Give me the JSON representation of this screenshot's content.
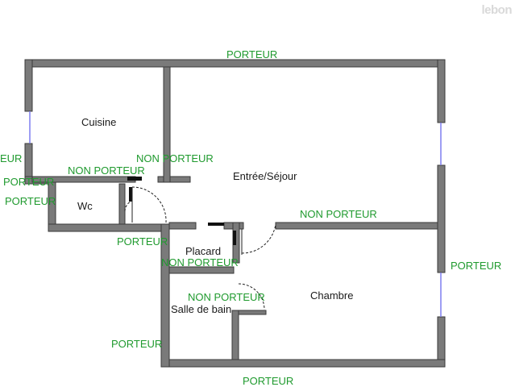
{
  "watermark": "lebon",
  "colors": {
    "wall": "#7a7a7a",
    "wall_border": "#3a3a3a",
    "label": "#1f9a2e",
    "room": "#1a1a1a",
    "window": "#7d7df0"
  },
  "rooms": {
    "cuisine": "Cuisine",
    "sejour": "Entrée/Séjour",
    "wc": "Wc",
    "placard": "Placard",
    "salle_de_bain": "Salle de bain",
    "chambre": "Chambre"
  },
  "wall_labels": {
    "top": "PORTEUR",
    "left_edge": "EUR",
    "left_mid": "PORTEUR",
    "left_wc": "PORTEUR",
    "cuisine_bottom": "NON PORTEUR",
    "cuisine_right": "NON PORTEUR",
    "sejour_chambre": "NON PORTEUR",
    "wc_bottom": "PORTEUR",
    "placard_bottom": "NON PORTEUR",
    "sdb_top": "NON PORTEUR",
    "right": "PORTEUR",
    "bottom_left": "PORTEUR",
    "bottom": "PORTEUR"
  }
}
